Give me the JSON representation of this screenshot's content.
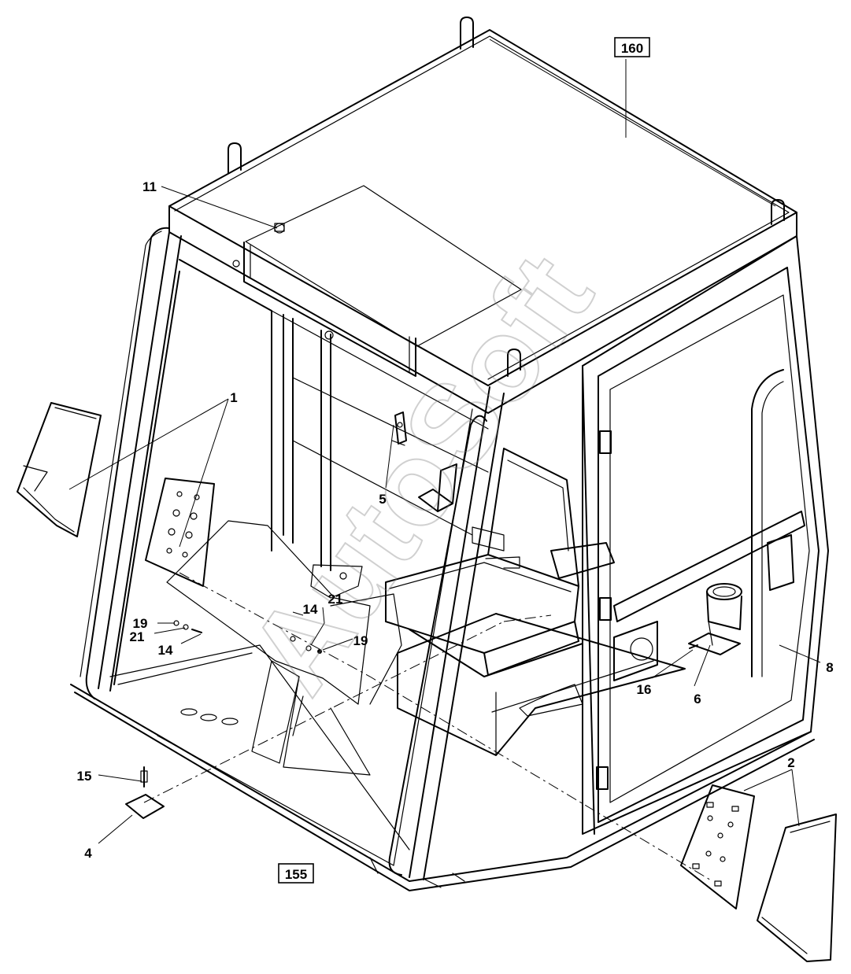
{
  "watermark": "AutoSoft",
  "callouts": [
    {
      "id": "c160",
      "text": "160",
      "boxed": true
    },
    {
      "id": "c155",
      "text": "155",
      "boxed": true
    },
    {
      "id": "c11",
      "text": "11"
    },
    {
      "id": "c1",
      "text": "1"
    },
    {
      "id": "c5",
      "text": "5"
    },
    {
      "id": "c14a",
      "text": "14"
    },
    {
      "id": "c21a",
      "text": "21"
    },
    {
      "id": "c19a",
      "text": "19"
    },
    {
      "id": "c19b",
      "text": "19"
    },
    {
      "id": "c21b",
      "text": "21"
    },
    {
      "id": "c14b",
      "text": "14"
    },
    {
      "id": "c15",
      "text": "15"
    },
    {
      "id": "c4",
      "text": "4"
    },
    {
      "id": "c16",
      "text": "16"
    },
    {
      "id": "c6",
      "text": "6"
    },
    {
      "id": "c8",
      "text": "8"
    },
    {
      "id": "c2",
      "text": "2"
    }
  ]
}
